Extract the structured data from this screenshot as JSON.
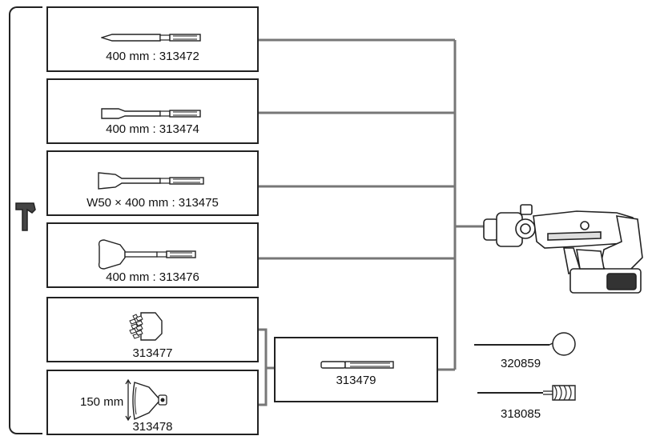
{
  "bits": [
    {
      "label": "400 mm : 313472",
      "icon": "pointed-chisel-icon"
    },
    {
      "label": "400 mm : 313474",
      "icon": "flat-chisel-icon"
    },
    {
      "label": "W50 × 400 mm : 313475",
      "icon": "wide-chisel-icon"
    },
    {
      "label": "400 mm : 313476",
      "icon": "spade-chisel-icon"
    },
    {
      "label": "313477",
      "icon": "bush-hammer-icon"
    },
    {
      "label": "313478",
      "icon": "tamping-plate-icon",
      "dimension": "150 mm"
    }
  ],
  "adapter": {
    "label": "313479",
    "icon": "adapter-shank-icon"
  },
  "accessories": [
    {
      "label": "320859",
      "icon": "ball-mixer-icon"
    },
    {
      "label": "318085",
      "icon": "spiral-mixer-icon"
    }
  ],
  "tool": {
    "icon": "rotary-hammer-icon"
  },
  "mode_icon": "hammer-mode-icon",
  "colors": {
    "line": "#777777",
    "border": "#222222"
  }
}
